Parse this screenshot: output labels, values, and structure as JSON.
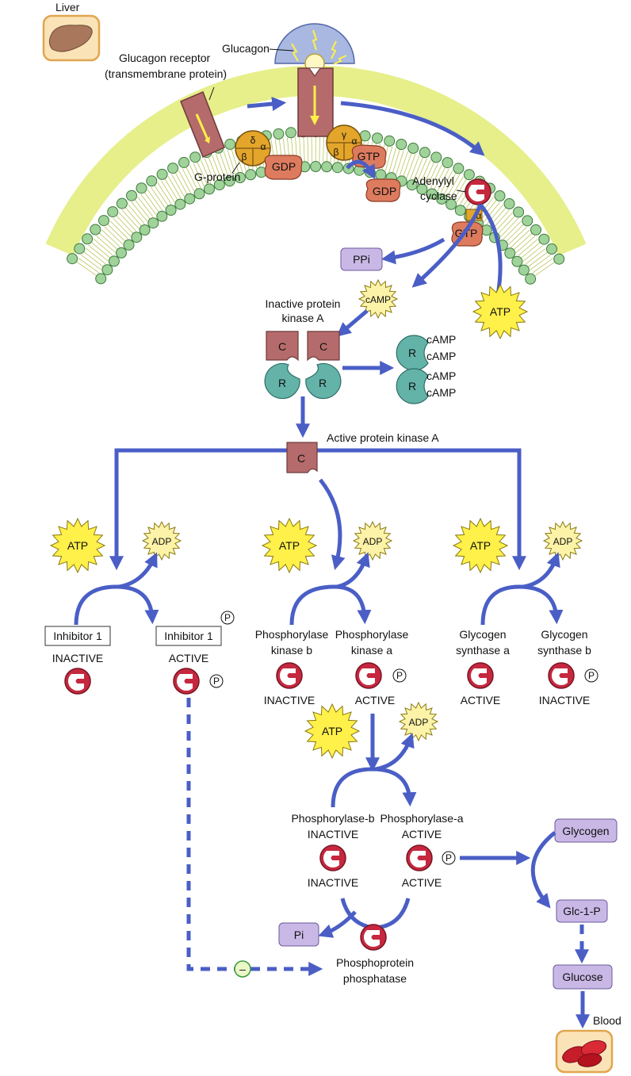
{
  "labels": {
    "liver": "Liver",
    "glucagon": "Glucagon",
    "glucagon_receptor_1": "Glucagon receptor",
    "glucagon_receptor_2": "(transmembrane protein)",
    "g_protein": "G-protein",
    "adenylyl_1": "Adenylyl",
    "adenylyl_2": "cyclase",
    "inactive_pka_1": "Inactive protein",
    "inactive_pka_2": "kinase A",
    "active_pka": "Active protein kinase A",
    "blood": "Blood"
  },
  "molecules": {
    "gdp": "GDP",
    "gtp": "GTP",
    "ppi": "PPi",
    "camp": "cAMP",
    "atp": "ATP",
    "adp": "ADP",
    "pi": "Pi",
    "p": "P",
    "c": "C",
    "r": "R",
    "glycogen": "Glycogen",
    "glc1p": "Glc-1-P",
    "glucose": "Glucose"
  },
  "subunits": {
    "alpha": "α",
    "beta": "β",
    "gamma": "γ",
    "delta": "δ"
  },
  "enzymes": {
    "inhibitor1": "Inhibitor 1",
    "phosphorylase_kinase_b_1": "Phosphorylase",
    "phosphorylase_kinase_b_2": "kinase b",
    "phosphorylase_kinase_a_1": "Phosphorylase",
    "phosphorylase_kinase_a_2": "kinase a",
    "glycogen_synthase_a_1": "Glycogen",
    "glycogen_synthase_a_2": "synthase a",
    "glycogen_synthase_b_1": "Glycogen",
    "glycogen_synthase_b_2": "synthase b",
    "phosphorylase_b": "Phosphorylase-b",
    "phosphorylase_a": "Phosphorylase-a",
    "phosphoprotein_1": "Phosphoprotein",
    "phosphoprotein_2": "phosphatase"
  },
  "states": {
    "inactive": "INACTIVE",
    "active": "ACTIVE"
  },
  "symbols": {
    "minus": "–"
  },
  "colors": {
    "arrow": "#4a5ec6",
    "membrane": "#e6ef8a",
    "head_group": "#9fd39a",
    "receptor": "#b56b6b",
    "gprotein": "#e3a52a",
    "gdp": "#de7b5f",
    "enzyme": "#c5283f",
    "ppi_box": "#c9b8e6",
    "atp_star": "#fff04a",
    "adp_star": "#fdf3a8",
    "regulatory": "#63b3a9",
    "catalytic": "#b56b6b"
  }
}
